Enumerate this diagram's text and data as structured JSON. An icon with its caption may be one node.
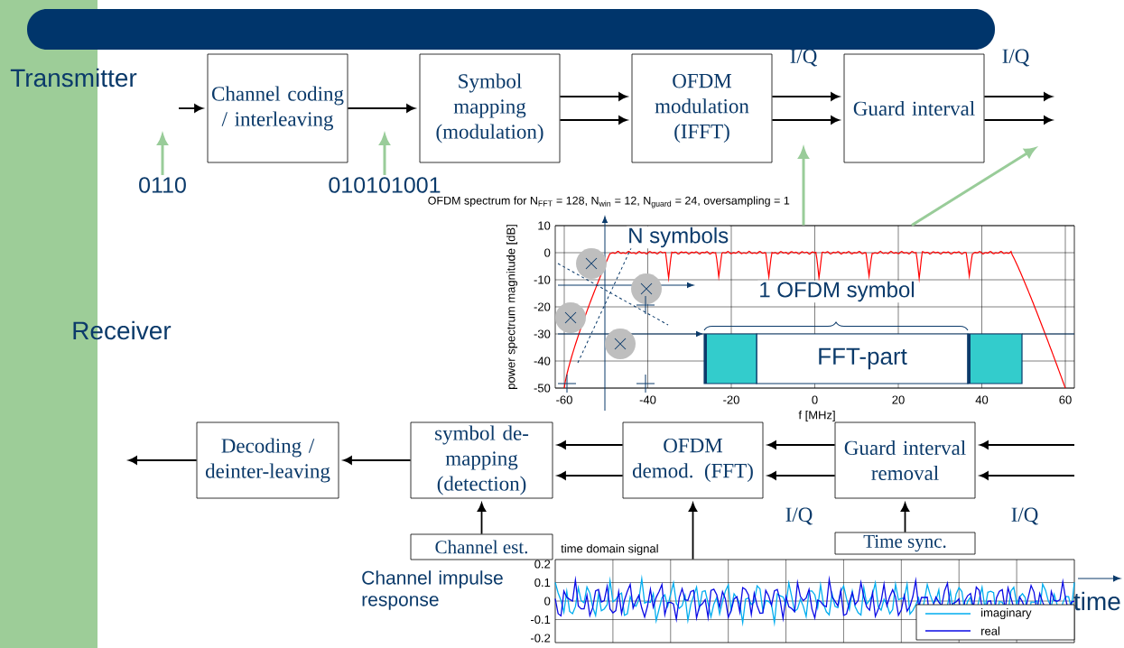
{
  "diagram": {
    "nodes": [
      {
        "text": [
          "Channel coding / interleaving"
        ]
      },
      {
        "text": [
          "Symbol mapping (modulation)"
        ]
      },
      {
        "text": [
          "OFDM modulation (IFFT)"
        ]
      },
      {
        "text": [
          "Guard interval"
        ]
      },
      {
        "text": [
          "Decoding / deinter-leaving"
        ]
      },
      {
        "text": [
          "symbol de-mapping (detection)"
        ]
      },
      {
        "text": [
          "OFDM demod. (FFT)"
        ]
      },
      {
        "text": [
          "Guard interval removal"
        ]
      },
      {
        "text": [
          "Channel est."
        ]
      },
      {
        "text": [
          "Time sync."
        ]
      },
      {
        "text": [
          "0110"
        ]
      },
      {
        "text": [
          "010101001"
        ]
      },
      {
        "text": [],
        "shape": "picture"
      },
      {
        "text": [],
        "shape": "picture"
      },
      {
        "text": [
          "FFT-part"
        ],
        "in": 12
      }
    ],
    "edges": [
      {
        "from": null,
        "to": 0,
        "arrow": "to"
      },
      {
        "from": 0,
        "to": 1,
        "arrow": "to"
      },
      {
        "from": 1,
        "to": 2,
        "arrow": "to"
      },
      {
        "from": 1,
        "to": 2,
        "arrow": "to"
      },
      {
        "from": 2,
        "to": 3,
        "arrow": "to"
      },
      {
        "from": 2,
        "to": 3,
        "arrow": "to"
      },
      {
        "from": 3,
        "to": null,
        "arrow": "to"
      },
      {
        "from": 3,
        "to": null,
        "arrow": "to"
      },
      {
        "from": 10,
        "to": null,
        "arrow": "to",
        "color": "#99cc99"
      },
      {
        "from": 11,
        "to": null,
        "arrow": "to",
        "color": "#99cc99"
      },
      {
        "from": 12,
        "to": null,
        "arrow": "to",
        "color": "#99cc99"
      },
      {
        "from": 12,
        "to": null,
        "arrow": "to",
        "color": "#99cc99"
      },
      {
        "from": null,
        "to": 7,
        "arrow": "to"
      },
      {
        "from": null,
        "to": 7,
        "arrow": "to"
      },
      {
        "from": 7,
        "to": 6,
        "arrow": "to"
      },
      {
        "from": 7,
        "to": 6,
        "arrow": "to"
      },
      {
        "from": 6,
        "to": 5,
        "arrow": "to"
      },
      {
        "from": 6,
        "to": 5,
        "arrow": "to"
      },
      {
        "from": 5,
        "to": 4,
        "arrow": "to"
      },
      {
        "from": 4,
        "to": null,
        "arrow": "to"
      },
      {
        "from": 8,
        "to": 5,
        "arrow": "to"
      },
      {
        "from": 9,
        "to": 7,
        "arrow": "to"
      },
      {
        "from": 13,
        "to": 6,
        "arrow": "to"
      }
    ],
    "labels": [
      "Transmitter",
      "I/Q",
      "I/Q",
      "OFDM spectrum for N$_{FFT}$ = 128, N$_{win}$ = 12, N$_{guard}$ = 24, oversampling = 1",
      "power spectrum magnitude [dB]",
      "10",
      "0",
      "-10",
      "-20",
      "-30",
      "-40",
      "-50",
      "N symbols",
      "1 OFDM symbol",
      "Receiver",
      "-60",
      "-40",
      "-20",
      "0",
      "20",
      "40",
      "60",
      "f [MHz]",
      "time domain signal",
      "0.2",
      "0.1",
      "0",
      "-0.1",
      "-0.2",
      "I/Q",
      "I/Q",
      "time",
      "Channel impulse response"
    ],
    "legend": [
      {
        "text": "imaginary"
      },
      {
        "text": "real"
      }
    ]
  }
}
